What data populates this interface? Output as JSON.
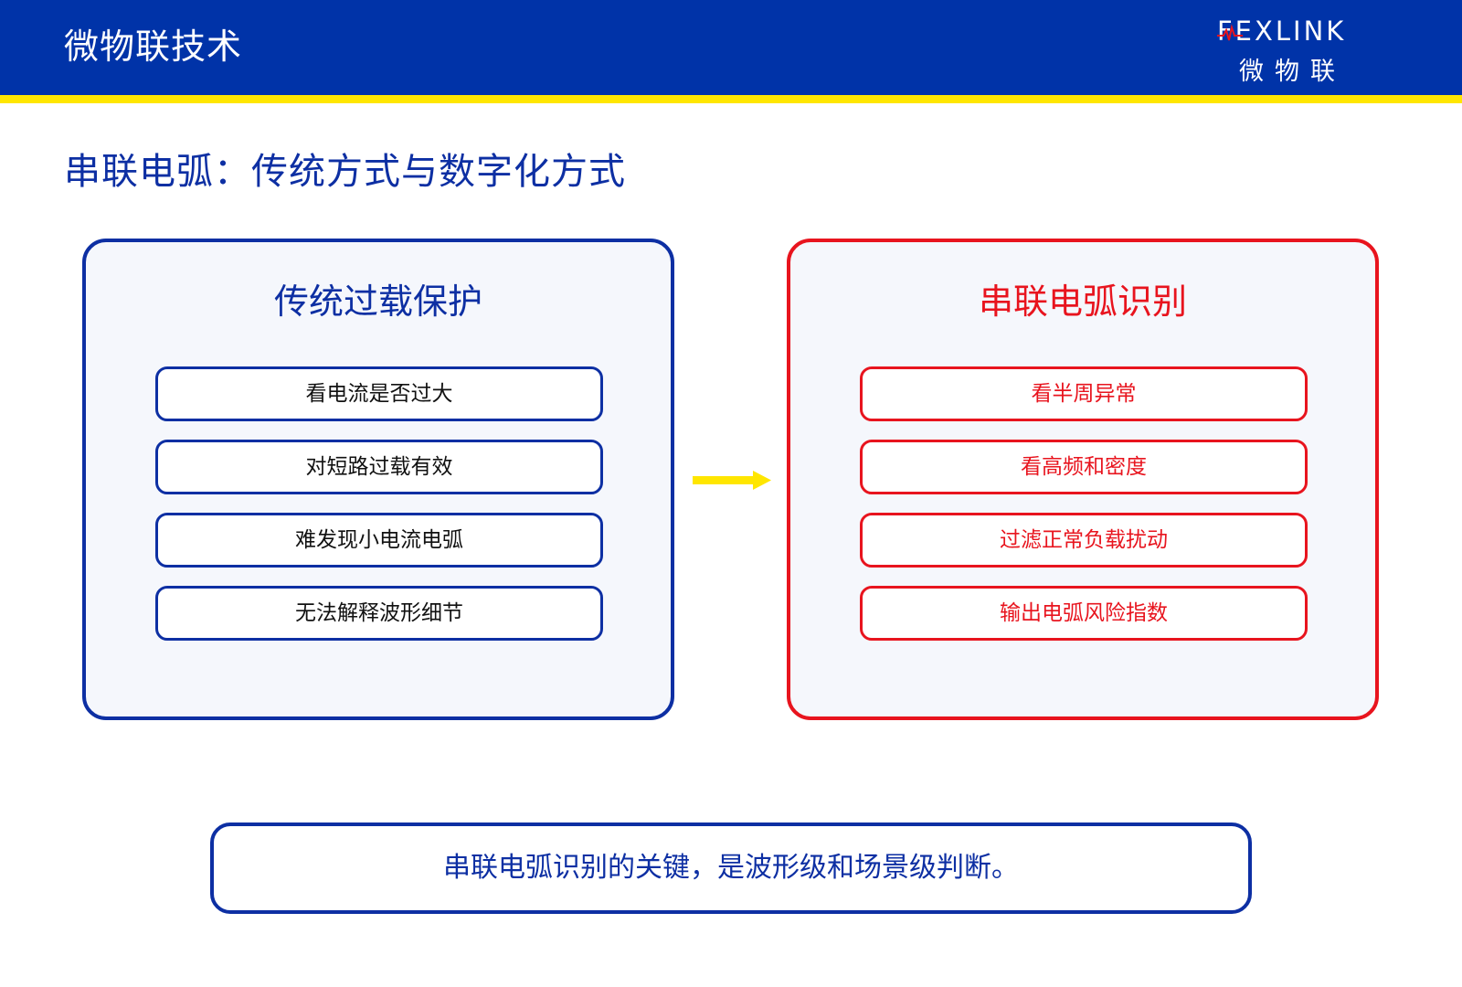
{
  "header": {
    "title": "微物联技术",
    "logo": {
      "wordmark": "FEXLINK",
      "subtitle": "微物联",
      "icon": "heartbeat-pulse-icon"
    }
  },
  "page_title": "串联电弧：传统方式与数字化方式",
  "left_panel": {
    "title": "传统过载保护",
    "items": [
      "看电流是否过大",
      "对短路过载有效",
      "难发现小电流电弧",
      "无法解释波形细节"
    ]
  },
  "arrow_icon": "right-arrow-icon",
  "right_panel": {
    "title": "串联电弧识别",
    "items": [
      "看半周异常",
      "看高频和密度",
      "过滤正常负载扰动",
      "输出电弧风险指数"
    ]
  },
  "conclusion": "串联电弧识别的关键，是波形级和场景级判断。",
  "colors": {
    "header_blue": "#0033a8",
    "accent_yellow": "#ffe600",
    "primary_blue": "#0d2fa3",
    "alert_red": "#e8141e",
    "panel_bg": "#f5f7fc"
  }
}
